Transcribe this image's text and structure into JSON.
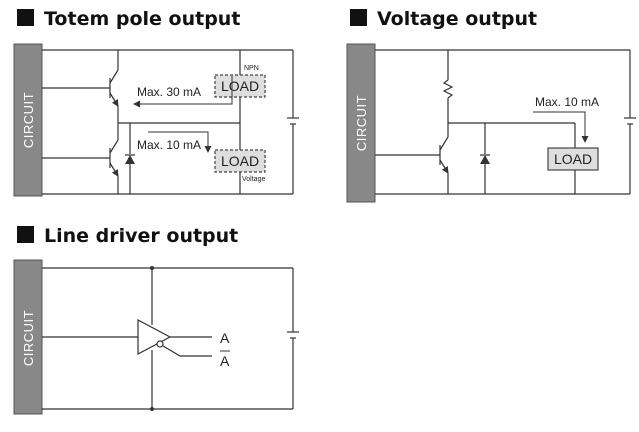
{
  "colors": {
    "circuit_block": "#888888",
    "load_box": "#dedede",
    "wire": "#333333",
    "title": "#111111"
  },
  "totem_pole": {
    "title": "Totem pole output",
    "circuit_label": "CIRCUIT",
    "current_upper": "Max. 30 mA",
    "current_lower": "Max. 10 mA",
    "load_upper": "LOAD",
    "load_lower": "LOAD",
    "npn_label": "NPN",
    "voltage_label": "Voltage"
  },
  "voltage_output": {
    "title": "Voltage output",
    "circuit_label": "CIRCUIT",
    "current": "Max. 10 mA",
    "load": "LOAD"
  },
  "line_driver": {
    "title": "Line driver output",
    "circuit_label": "CIRCUIT",
    "output_a": "A",
    "output_a_bar": "A"
  }
}
